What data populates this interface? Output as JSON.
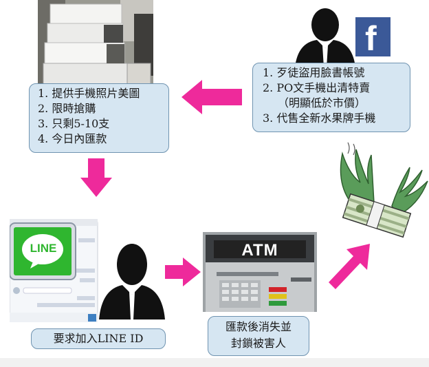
{
  "scam_steps": {
    "facebook": {
      "logo_letter": "f",
      "lines": [
        "1. 歹徒盜用臉書帳號",
        "2. PO文手機出清特賣",
        "（明顯低於市價）",
        "3. 代售全新水果牌手機"
      ]
    },
    "photos": {
      "lines": [
        "1. 提供手機照片美圖",
        "2. 限時搶購",
        "3. 只剩5-10支",
        "4. 今日內匯款"
      ]
    },
    "line_app": {
      "logo_text": "LINE",
      "caption": "要求加入LINE ID"
    },
    "atm": {
      "label": "ATM",
      "caption_lines": [
        "匯款後消失並",
        "封鎖被害人"
      ]
    }
  },
  "colors": {
    "arrow": "#ee2a9b",
    "box_fill": "#d6e6f2",
    "box_border": "#6f93b0",
    "line_green": "#2fb62f",
    "facebook_blue": "#3b5998",
    "money_green": "#5a9c5a"
  }
}
